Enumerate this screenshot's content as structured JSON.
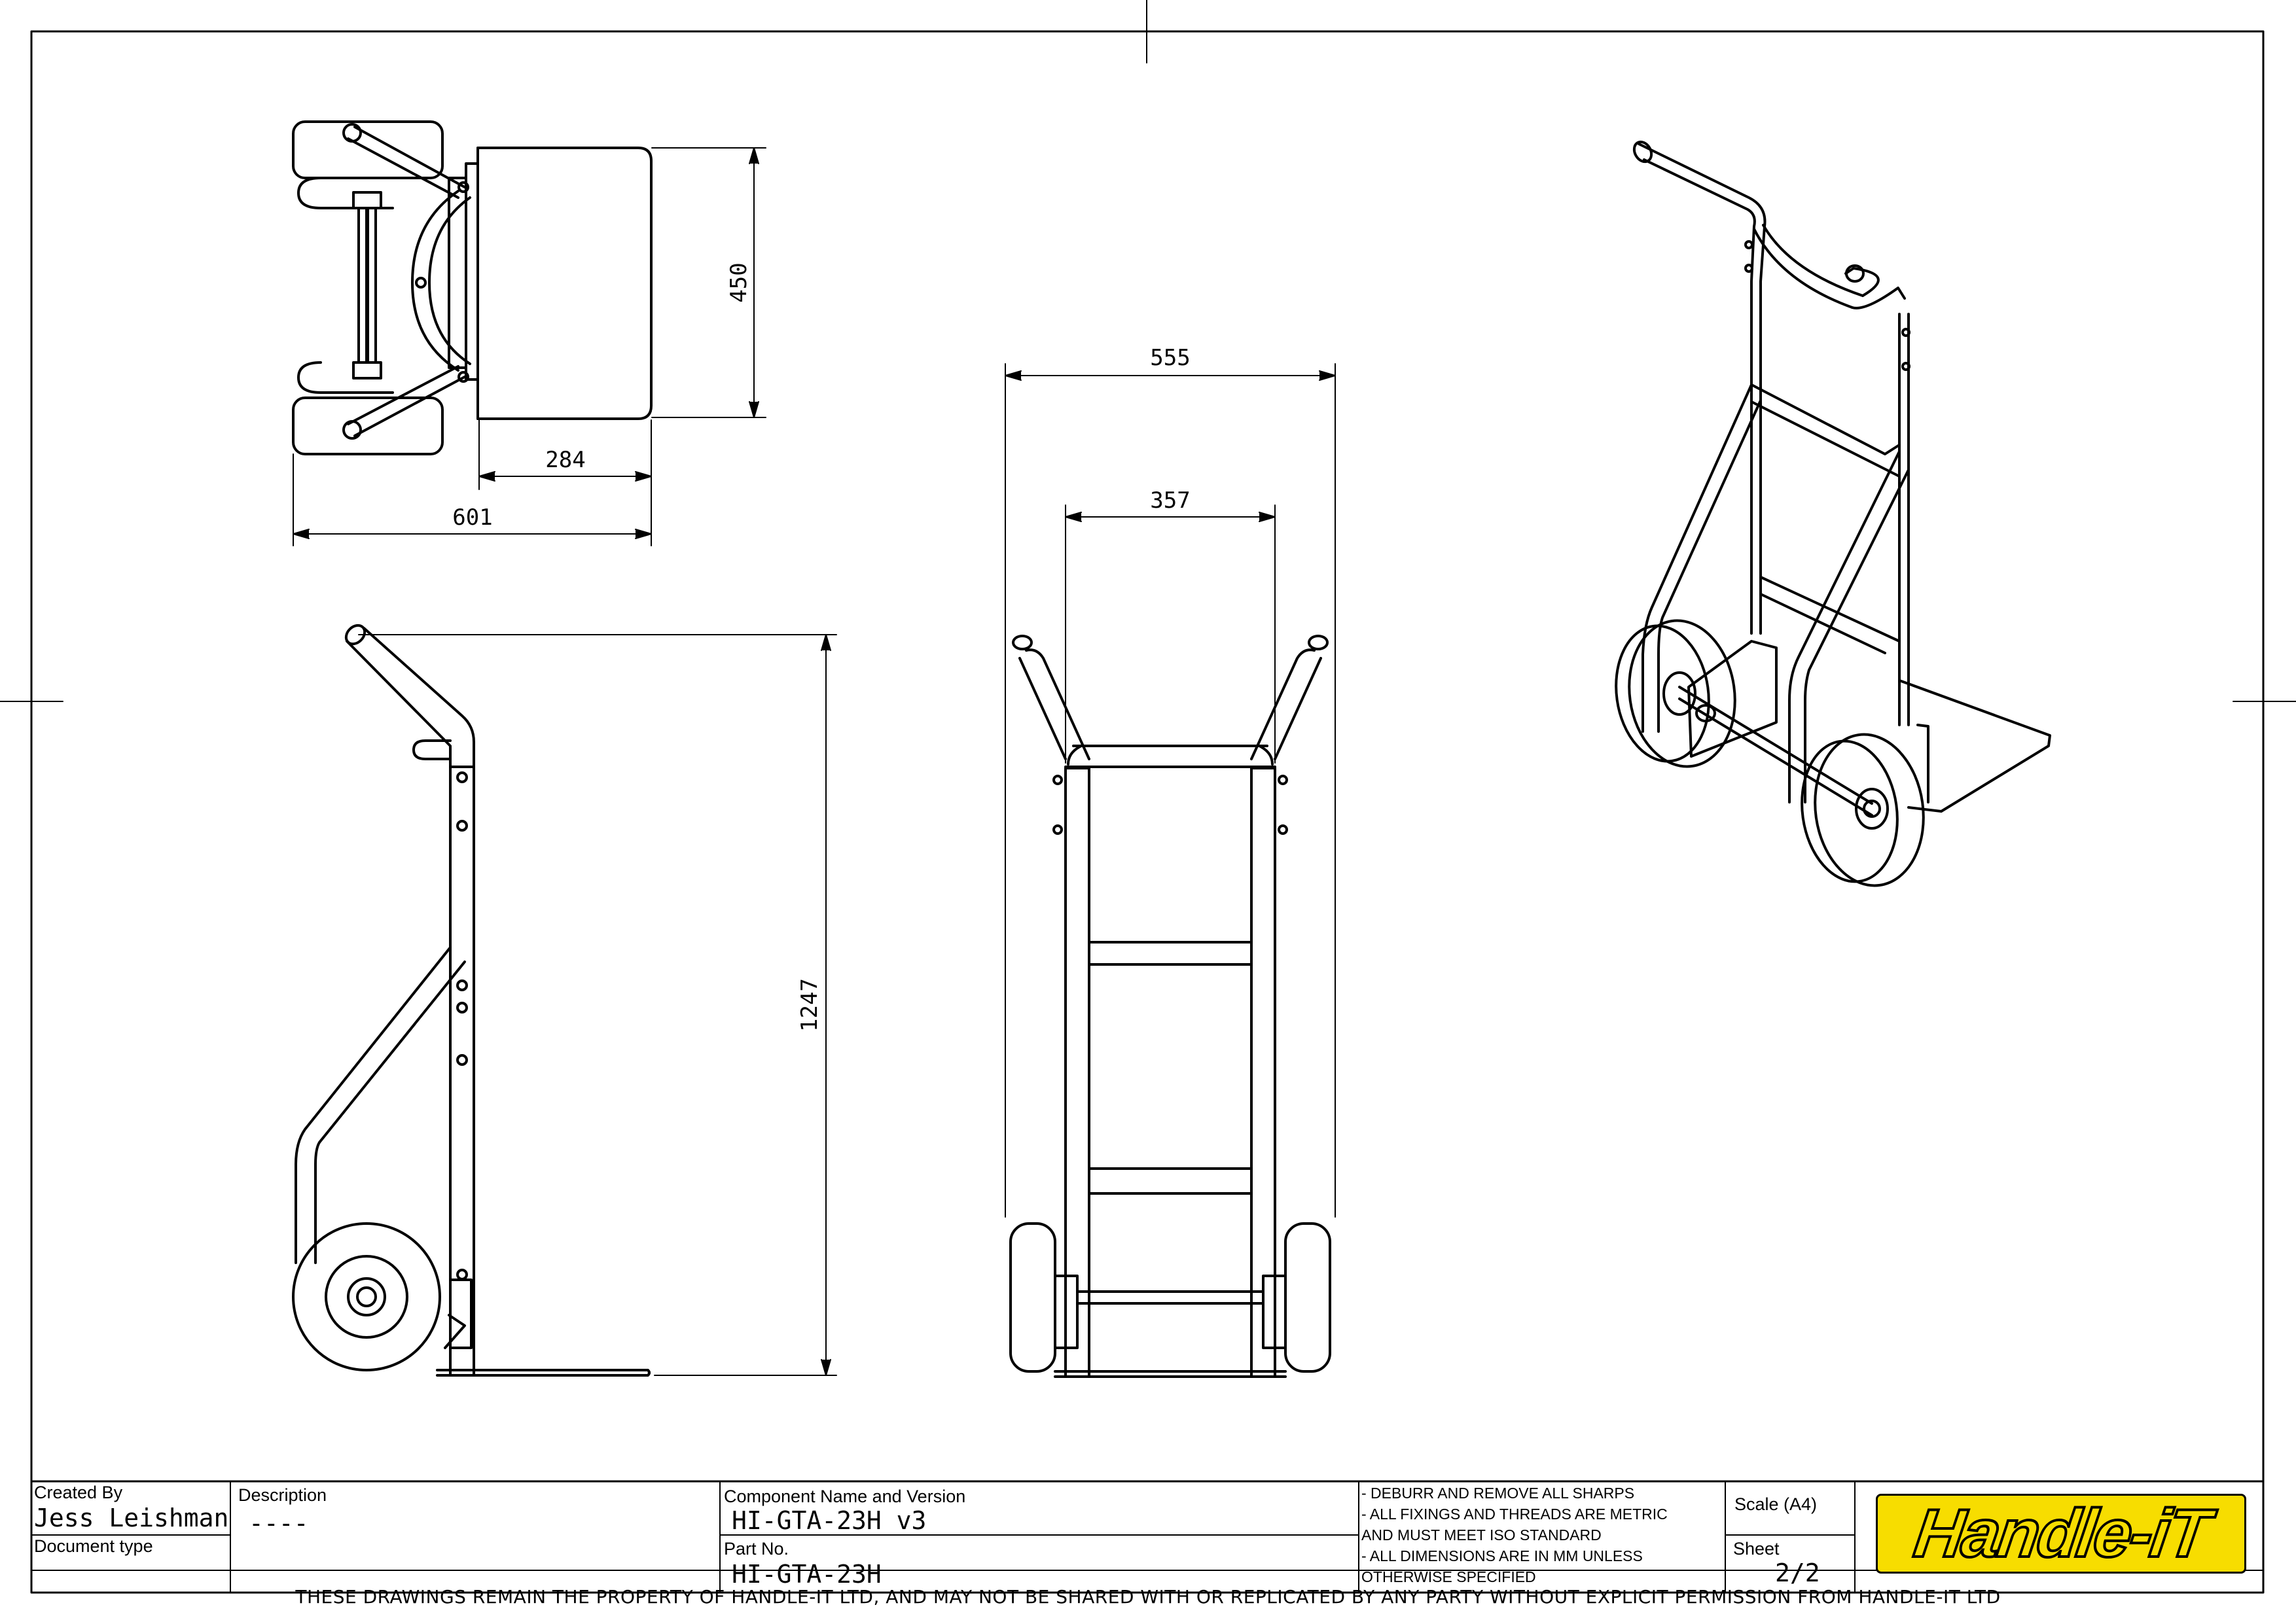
{
  "dimensions": {
    "top_view_depth": "450",
    "top_view_plate_length": "284",
    "top_view_overall_length": "601",
    "front_view_overall_width": "555",
    "front_view_inner_width": "357",
    "side_view_height": "1247"
  },
  "title_block": {
    "created_by_label": "Created By",
    "created_by_value": "Jess Leishman",
    "document_type_label": "Document type",
    "description_label": "Description",
    "description_value": "----",
    "component_label": "Component Name and Version",
    "component_value": "HI-GTA-23H v3",
    "part_no_label": "Part No.",
    "part_no_value": "HI-GTA-23H",
    "notes": [
      " - DEBURR AND REMOVE ALL SHARPS",
      " - ALL FIXINGS AND THREADS ARE METRIC",
      "AND MUST MEET ISO STANDARD",
      " - ALL DIMENSIONS ARE IN MM UNLESS",
      "OTHERWISE SPECIFIED"
    ],
    "scale_label": "Scale (A4)",
    "sheet_label": "Sheet",
    "sheet_value": "2/2",
    "logo_text": "Handle-iT"
  },
  "footer_text": "THESE DRAWINGS REMAIN THE PROPERTY OF HANDLE-IT LTD, AND MAY NOT BE SHARED WITH OR REPLICATED BY ANY PARTY WITHOUT EXPLICIT PERMISSION FROM HANDLE-IT LTD",
  "colors": {
    "logo_fill": "#f7dd00",
    "line": "#000000"
  }
}
